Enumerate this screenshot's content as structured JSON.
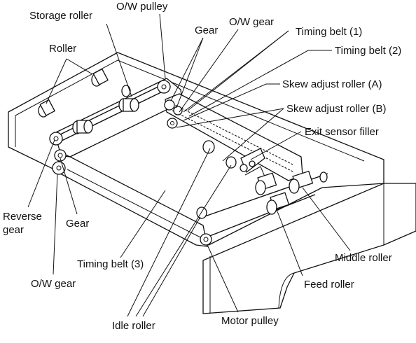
{
  "labels": {
    "ow_pulley": "O/W pulley",
    "storage_roller": "Storage roller",
    "gear_top": "Gear",
    "ow_gear_top": "O/W gear",
    "timing_belt_1": "Timing belt (1)",
    "timing_belt_2": "Timing belt (2)",
    "roller": "Roller",
    "skew_adjust_a": "Skew adjust roller (A)",
    "skew_adjust_b": "Skew adjust roller (B)",
    "exit_sensor_filler": "Exit sensor filler",
    "reverse_gear_line1": "Reverse",
    "reverse_gear_line2": "gear",
    "gear_left": "Gear",
    "timing_belt_3": "Timing belt (3)",
    "ow_gear_bottom": "O/W gear",
    "idle_roller": "Idle roller",
    "motor_pulley": "Motor pulley",
    "middle_roller": "Middle roller",
    "feed_roller": "Feed roller"
  }
}
